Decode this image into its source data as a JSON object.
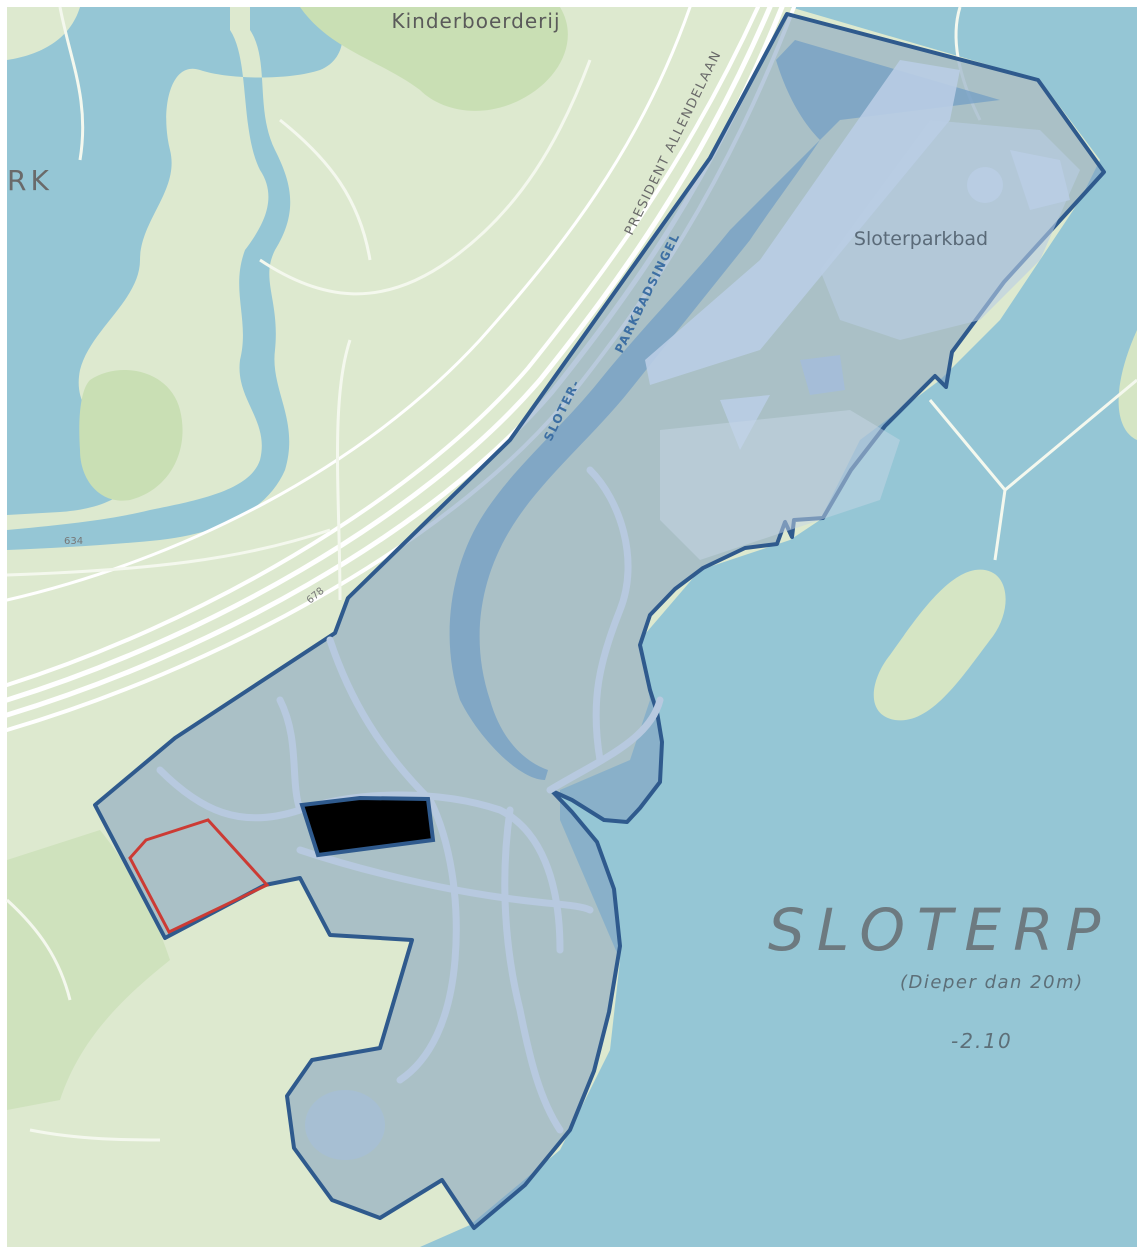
{
  "map": {
    "labels": {
      "kinderboerderij": "Kinderboerderij",
      "park_fragment": "RK",
      "president_allendelaan": "PRESIDENT ALLENDELAAN",
      "sloterparkbadsingel_a": "SLOTER-",
      "sloterparkbadsingel_b": "PARKBADSINGEL",
      "sloterparkbad": "Sloterparkbad",
      "lake_name": "SLOTERP",
      "lake_depth_note": "(Dieper dan 20m)",
      "water_level": "-2.10",
      "route_634": "634",
      "route_678": "678"
    },
    "colors": {
      "land": "#dde9cf",
      "park_green": "#c9dfb4",
      "water": "#95c6d5",
      "road": "#ffffff",
      "area_fill": "#7f9fbf",
      "area_stroke": "#2f5a8d",
      "building": "#b9cde4",
      "plot_marker": "#cc3b34",
      "selected_block": "#000000"
    }
  }
}
